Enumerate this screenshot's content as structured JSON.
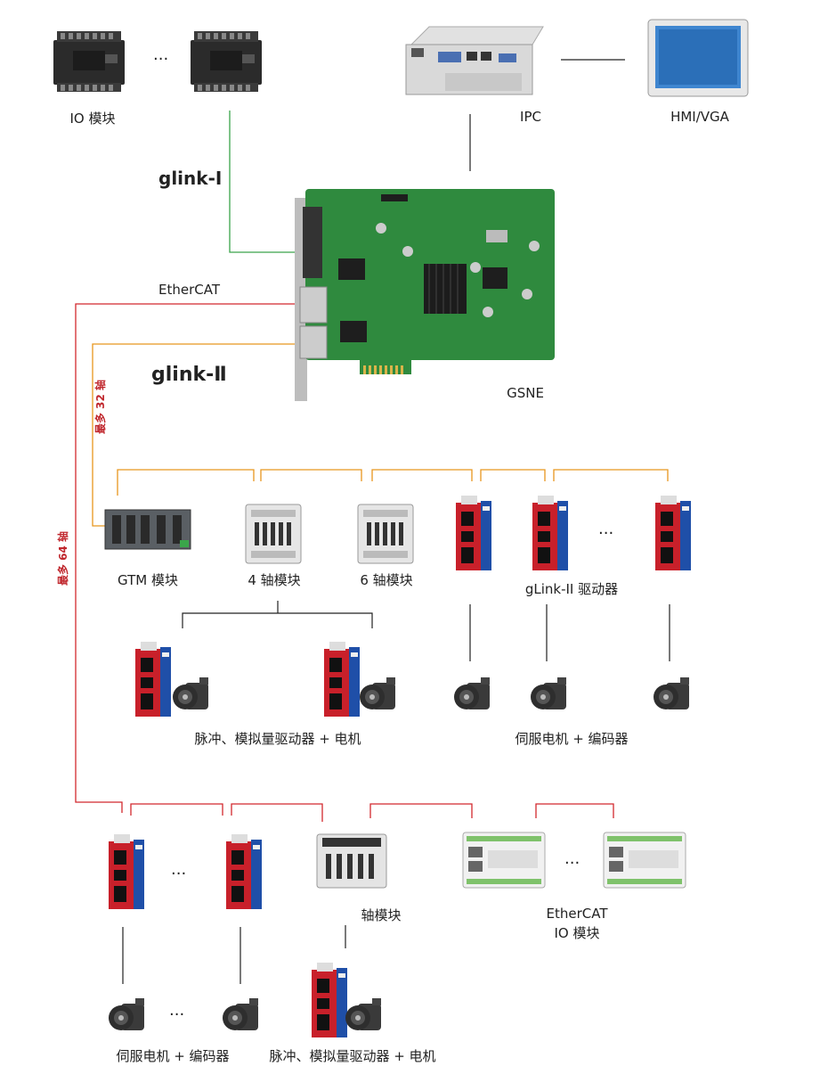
{
  "labels": {
    "io_module": "IO 模块",
    "ipc": "IPC",
    "hmi": "HMI/VGA",
    "ethercat": "EtherCAT",
    "gsne": "GSNE",
    "gtm": "GTM 模块",
    "axis4": "4 轴模块",
    "axis6": "6 轴模块",
    "glink2_driver": "gLink-II 驱动器",
    "pulse_motor_1": "脉冲、模拟量驱动器 + 电机",
    "servo_encoder_1": "伺服电机 + 编码器",
    "axis_module": "轴模块",
    "ethercat_io_1": "EtherCAT",
    "ethercat_io_2": "IO 模块",
    "servo_encoder_2": "伺服电机 + 编码器",
    "pulse_motor_2": "脉冲、模拟量驱动器 + 电机",
    "max32": "最多 32 轴",
    "max64": "最多 64 轴",
    "ellipsis": "···"
  },
  "logos": {
    "glink1": "glink-Ⅰ",
    "glink2": "glink-Ⅱ"
  },
  "colors": {
    "green": "#3aa54a",
    "red": "#d2282e",
    "orange": "#e8961e",
    "black": "#222222",
    "board": "#2f8a3e",
    "driver_blue": "#1f4fa8",
    "driver_red": "#c8202a"
  }
}
